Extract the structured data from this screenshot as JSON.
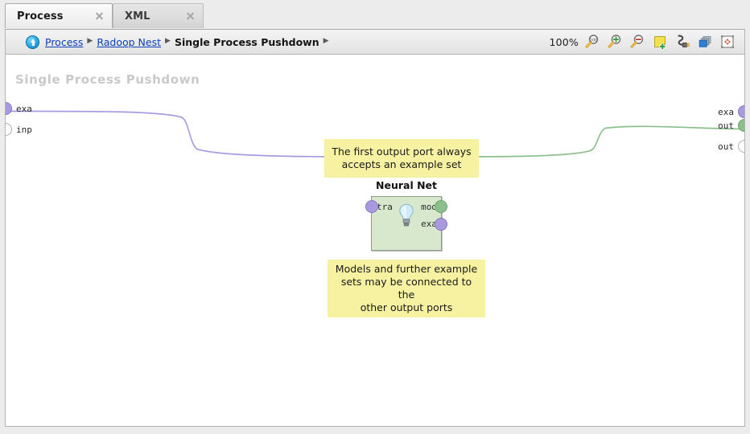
{
  "window": {
    "tabs": [
      {
        "label": "Process",
        "active": true,
        "close_icon": "close-icon"
      },
      {
        "label": "XML",
        "active": false,
        "close_icon": "close-icon"
      }
    ]
  },
  "toolbar": {
    "home_icon": "up-arrow-circle-icon",
    "breadcrumb": {
      "links": [
        {
          "label": "Process"
        },
        {
          "label": "Radoop Nest"
        }
      ],
      "current": "Single Process Pushdown",
      "separator": "▶",
      "trailing_separator": "▶"
    },
    "zoom_level": "100%",
    "buttons": [
      {
        "name": "zoom-reset-button",
        "icon": "magnifier-100-icon",
        "title": "100%"
      },
      {
        "name": "zoom-in-button",
        "icon": "magnifier-plus-icon",
        "title": "Zoom In"
      },
      {
        "name": "zoom-out-button",
        "icon": "magnifier-minus-icon",
        "title": "Zoom Out"
      },
      {
        "name": "add-note-button",
        "icon": "add-note-icon",
        "title": "Add Note"
      },
      {
        "name": "auto-wire-button",
        "icon": "plug-icon",
        "title": "Auto Wire"
      },
      {
        "name": "arrange-layers-button",
        "icon": "layers-icon",
        "title": "Arrange Operators"
      },
      {
        "name": "fit-to-screen-button",
        "icon": "fit-to-screen-icon",
        "title": "Fit to Screen"
      }
    ]
  },
  "canvas": {
    "watermark": "Single Process Pushdown",
    "left_ports": [
      {
        "label": "exa",
        "style": "purple"
      },
      {
        "label": "inp",
        "style": "empty"
      }
    ],
    "right_ports": [
      {
        "label": "exa",
        "style": "purple"
      },
      {
        "label": "out",
        "style": "green"
      },
      {
        "label": "out",
        "style": "empty"
      }
    ],
    "operator": {
      "title": "Neural Net",
      "icon": "lightbulb-icon",
      "input_ports": [
        {
          "label": "tra",
          "style": "purple"
        }
      ],
      "output_ports": [
        {
          "label": "mod",
          "style": "green"
        },
        {
          "label": "exa",
          "style": "purple"
        }
      ]
    },
    "annotations": [
      {
        "lines": [
          "The first output port always",
          "accepts an example set"
        ]
      },
      {
        "lines": [
          "Models and further example",
          "sets may be connected to the",
          "other output ports"
        ]
      }
    ],
    "connections": [
      {
        "from": "canvas-exa",
        "to": "neural-net-tra",
        "color": "#a99ae0"
      },
      {
        "from": "neural-net-mod",
        "to": "canvas-out",
        "color": "#8cbf8c"
      }
    ]
  },
  "colors": {
    "port_purple": "#a99ae0",
    "port_green": "#8cbf8c",
    "operator_fill": "#d8e8cc",
    "annotation_fill": "#f7f2a2",
    "link_blue": "#0d3fb5"
  }
}
